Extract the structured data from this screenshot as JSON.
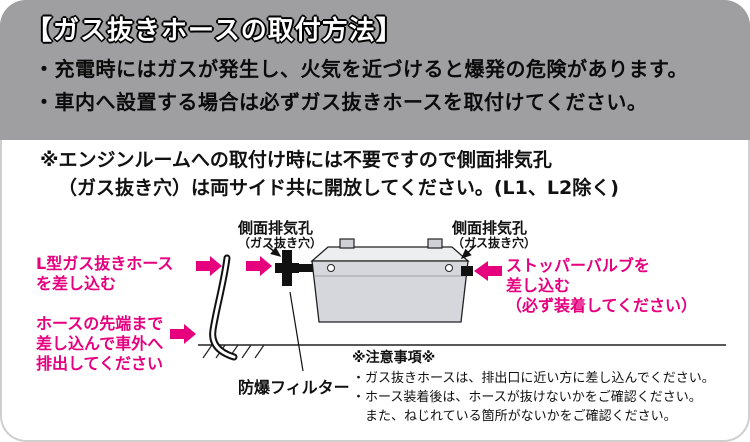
{
  "header": {
    "title": "【ガス抜きホースの取付方法】",
    "bullets": [
      "・充電時にはガスが発生し、火気を近づけると爆発の危険があります。",
      "・車内へ設置する場合は必ずガス抜きホースを取付けてください。"
    ]
  },
  "note": {
    "line1": "※エンジンルームへの取付け時には不要ですので側面排気孔",
    "line2": "（ガス抜き穴）は両サイド共に開放してください。(L1、L2除く)"
  },
  "diagram": {
    "vent_left": {
      "label": "側面排気孔",
      "sub": "（ガス抜き穴）"
    },
    "vent_right": {
      "label": "側面排気孔",
      "sub": "（ガス抜き穴）"
    },
    "hose_insert": {
      "line1": "L型ガス抜きホース",
      "line2": "を差し込む"
    },
    "hose_tip": {
      "line1": "ホースの先端まで",
      "line2": "差し込んで車外へ",
      "line3": "排出してください"
    },
    "stopper": {
      "line1": "ストッパーバルブを",
      "line2": "差し込む",
      "line3": "（必ず装着してください）"
    },
    "filter_label": "防爆フィルター",
    "cautions": {
      "title": "※注意事項※",
      "items": [
        "・ガス抜きホースは、排出口に近い方に差し込んでください。",
        "・ホース装着後は、ホースが抜けないかをご確認ください。",
        "　また、ねじれている箇所がないかをご確認ください。"
      ]
    }
  },
  "colors": {
    "accent": "#e6007e",
    "header_bg": "#9f9fa1"
  }
}
